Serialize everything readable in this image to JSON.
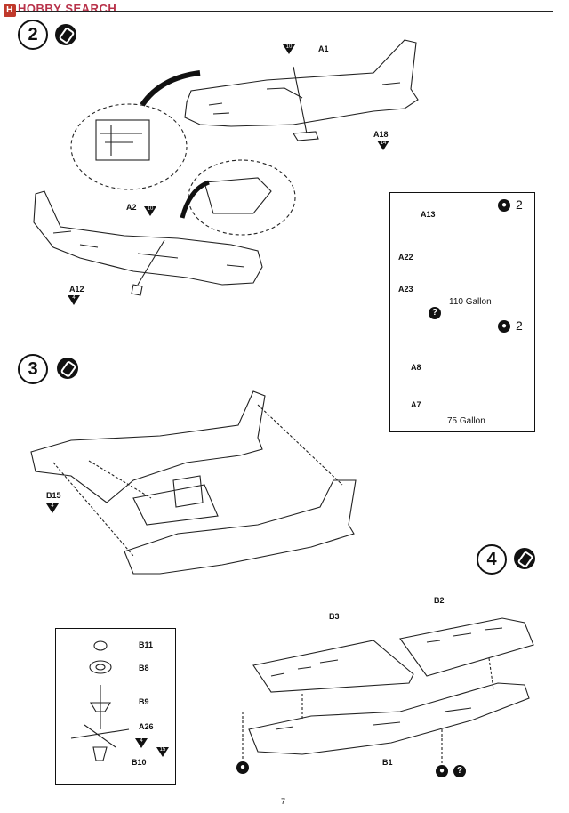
{
  "watermark": {
    "logo": "H",
    "text": "HOBBY SEARCH"
  },
  "steps": [
    {
      "number": "2"
    },
    {
      "number": "3"
    },
    {
      "number": "4"
    }
  ],
  "step2": {
    "labels": {
      "a1": "A1",
      "a2": "A2",
      "a12": "A12",
      "a18": "A18"
    },
    "color_refs": {
      "a1": "10",
      "a2": "10",
      "a12": "4",
      "a18": "14"
    }
  },
  "tank_box": {
    "labels": {
      "a13": "A13",
      "a22": "A22",
      "a23": "A23",
      "a8": "A8",
      "a7": "A7"
    },
    "count_1": "2",
    "count_2": "2",
    "caption_1": "110 Gallon",
    "caption_2": "75 Gallon"
  },
  "step3": {
    "labels": {
      "b15": "B15"
    },
    "color_refs": {
      "b15": "4"
    }
  },
  "prop_box": {
    "labels": {
      "b11": "B11",
      "b8": "B8",
      "b9": "B9",
      "a26": "A26",
      "b10": "B10"
    },
    "color_refs": {
      "a26": "4",
      "b10": "15"
    }
  },
  "step4": {
    "labels": {
      "b3": "B3",
      "b2": "B2",
      "b1": "B1"
    }
  },
  "icons": [
    "glue-icon",
    "paint-icon",
    "choice-icon"
  ],
  "page_number": "7"
}
